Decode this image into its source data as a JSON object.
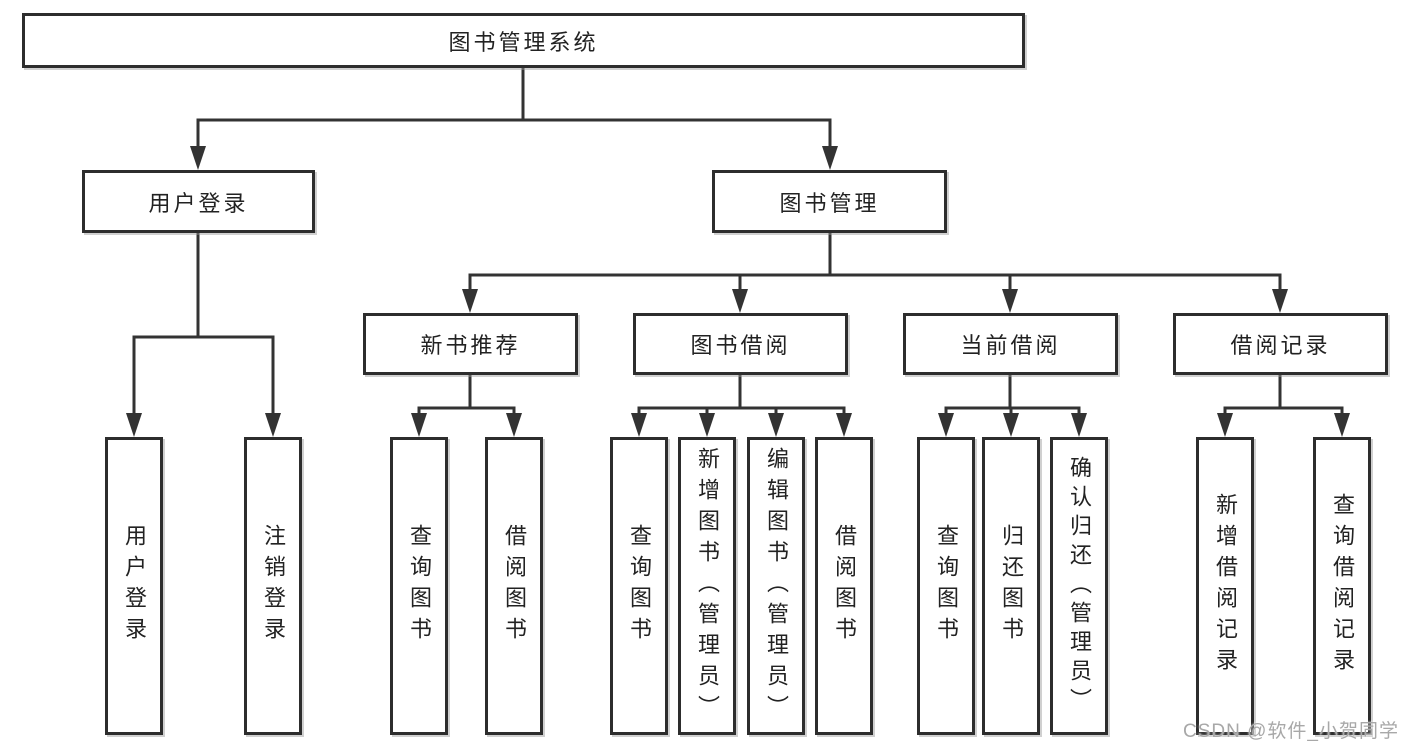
{
  "diagram_title": "图书管理系统",
  "tree": {
    "root": "图书管理系统",
    "children": [
      {
        "label": "用户登录",
        "children": [
          "用户登录",
          "注销登录"
        ]
      },
      {
        "label": "图书管理",
        "children": [
          {
            "label": "新书推荐",
            "children": [
              "查询图书",
              "借阅图书"
            ]
          },
          {
            "label": "图书借阅",
            "children": [
              "查询图书",
              "新增图书（管理员）",
              "编辑图书（管理员）",
              "借阅图书"
            ]
          },
          {
            "label": "当前借阅",
            "children": [
              "查询图书",
              "归还图书",
              "确认归还（管理员）"
            ]
          },
          {
            "label": "借阅记录",
            "children": [
              "新增借阅记录",
              "查询借阅记录"
            ]
          }
        ]
      }
    ]
  },
  "watermark": {
    "text": "CSDN @软件_小贺同学"
  },
  "colors": {
    "line": "#333333",
    "box_border": "#2d2d2d",
    "text": "#222222",
    "watermark": "#a8a8a8",
    "background": "#ffffff"
  }
}
